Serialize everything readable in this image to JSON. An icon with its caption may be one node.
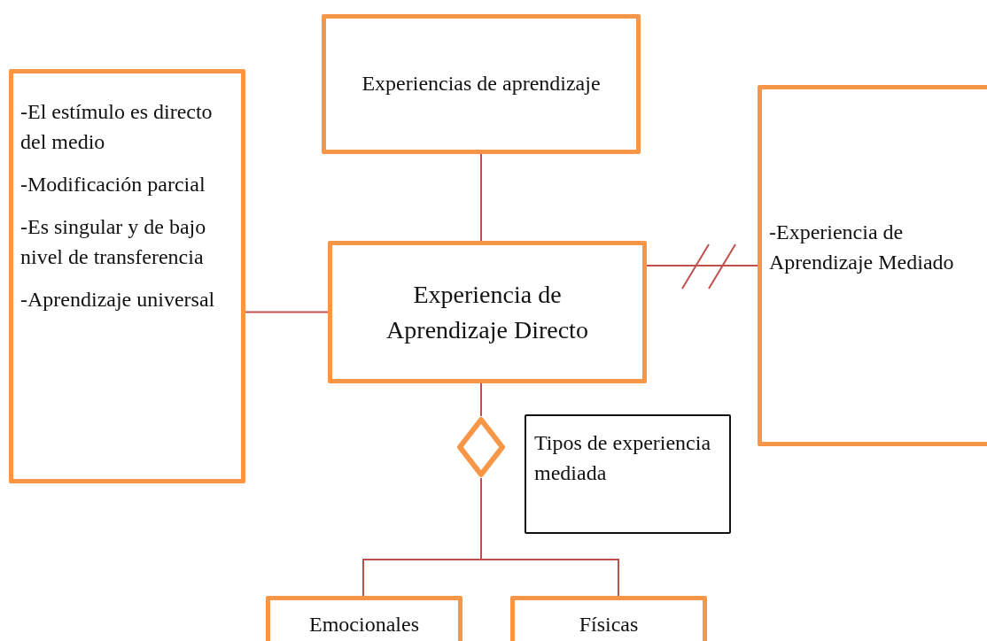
{
  "diagram": {
    "nodes": [
      {
        "text": [
          "Experiencias de aprendizaje"
        ]
      },
      {
        "text": [
          "-El estímulo es directo del medio",
          "-Modificación parcial",
          "-Es singular y de bajo nivel de transferencia",
          "-Aprendizaje universal"
        ]
      },
      {
        "text": [
          "Experiencia de Aprendizaje Directo"
        ]
      },
      {
        "text": [
          "-Experiencia de Aprendizaje Mediado"
        ]
      },
      {
        "text": [],
        "shape": "diamond"
      },
      {
        "text": [
          "Tipos de experiencia mediada"
        ]
      },
      {
        "text": [
          "Emocionales"
        ]
      },
      {
        "text": [
          "Físicas"
        ]
      }
    ],
    "edges": [
      {
        "from": 0,
        "to": 2,
        "arrow": "none"
      },
      {
        "from": 1,
        "to": 2,
        "arrow": "none"
      },
      {
        "from": 2,
        "to": 3,
        "arrow": "none"
      },
      {
        "from": 2,
        "to": 4,
        "arrow": "none"
      },
      {
        "from": 4,
        "to": 6,
        "arrow": "none"
      },
      {
        "from": 4,
        "to": 7,
        "arrow": "none"
      }
    ]
  }
}
